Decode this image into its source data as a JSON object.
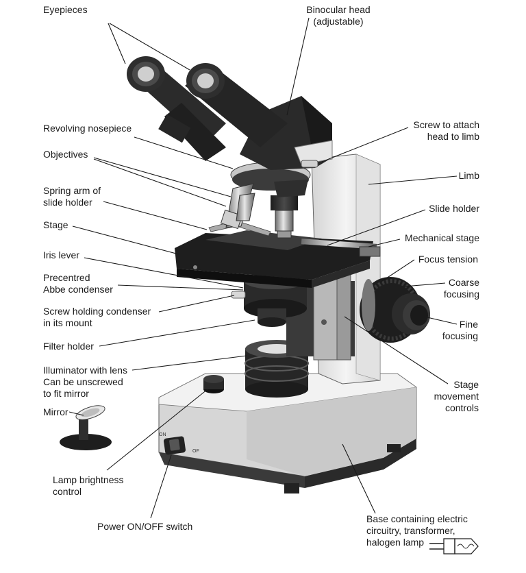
{
  "labels": {
    "eyepieces": [
      "Eyepieces"
    ],
    "binocular_head": [
      "Binocular head",
      "(adjustable)"
    ],
    "revolving_nosepiece": [
      "Revolving nosepiece"
    ],
    "screw_head": [
      "Screw to attach",
      "head to limb"
    ],
    "objectives": [
      "Objectives"
    ],
    "limb": [
      "Limb"
    ],
    "spring_arm": [
      "Spring arm of",
      "slide holder"
    ],
    "slide_holder": [
      "Slide holder"
    ],
    "stage": [
      "Stage"
    ],
    "mechanical_stage": [
      "Mechanical stage"
    ],
    "iris_lever": [
      "Iris lever"
    ],
    "focus_tension": [
      "Focus tension"
    ],
    "abbe_condenser": [
      "Precentred",
      "Abbe condenser"
    ],
    "coarse_focusing": [
      "Coarse",
      "focusing"
    ],
    "screw_condenser": [
      "Screw holding condenser",
      "in its mount"
    ],
    "fine_focusing": [
      "Fine",
      "focusing"
    ],
    "filter_holder": [
      "Filter holder"
    ],
    "stage_movement": [
      "Stage",
      "movement",
      "controls"
    ],
    "illuminator": [
      "Illuminator with lens",
      "Can be unscrewed",
      "to fit mirror"
    ],
    "mirror": [
      "Mirror"
    ],
    "lamp_brightness": [
      "Lamp brightness",
      "control"
    ],
    "power_switch": [
      "Power ON/OFF switch"
    ],
    "base": [
      "Base containing electric",
      "circuitry, transformer,",
      "halogen lamp"
    ]
  },
  "switch_marks": {
    "on": "ON",
    "off": "OF"
  },
  "colors": {
    "text": "#1a1a1a",
    "body_light": "#e9e9e9",
    "body_dark": "#2b2b2b"
  }
}
